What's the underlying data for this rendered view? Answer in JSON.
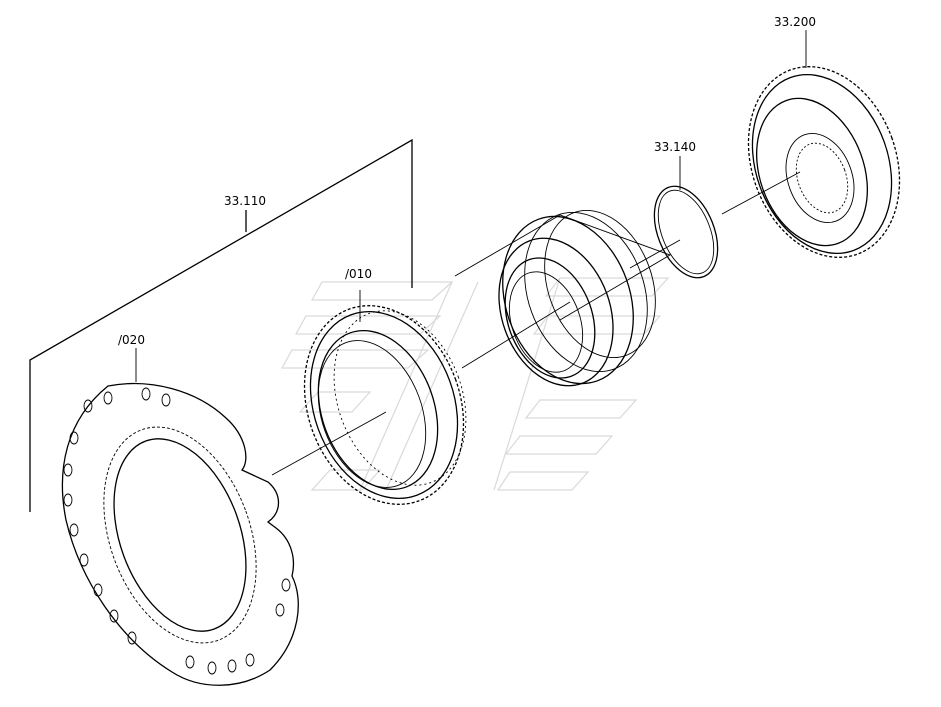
{
  "labels": {
    "assembly_33_200": "33.200",
    "assembly_33_140": "33.140",
    "assembly_33_110": "33.110",
    "part_010": "/010",
    "part_020": "/020"
  }
}
